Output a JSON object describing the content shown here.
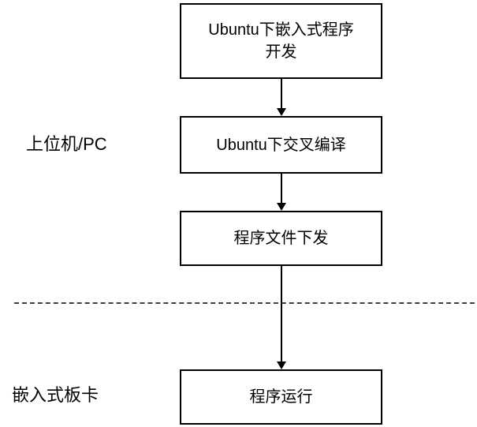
{
  "diagram": {
    "section_labels": {
      "host_pc": {
        "text": "上位机/PC"
      },
      "embedded_board": {
        "text": "嵌入式板卡"
      }
    },
    "nodes": [
      {
        "name": "ubuntu-embedded-dev",
        "lines": [
          "Ubuntu下嵌入式程序",
          "开发"
        ]
      },
      {
        "name": "ubuntu-cross-compile",
        "lines": [
          "Ubuntu下交叉编译"
        ]
      },
      {
        "name": "program-file-download",
        "lines": [
          "程序文件下发"
        ]
      },
      {
        "name": "program-run",
        "lines": [
          "程序运行"
        ]
      }
    ],
    "connectors": [
      {
        "from": "ubuntu-embedded-dev",
        "to": "ubuntu-cross-compile",
        "type": "arrow-down"
      },
      {
        "from": "ubuntu-cross-compile",
        "to": "program-file-download",
        "type": "arrow-down"
      },
      {
        "from": "program-file-download",
        "to": "program-run",
        "type": "arrow-down",
        "crosses": "divider"
      }
    ],
    "divider": {
      "style": "dashed",
      "orientation": "horizontal"
    },
    "colors": {
      "background": "#ffffff",
      "box_fill": "#ffffff",
      "box_border": "#000000",
      "line": "#000000",
      "dash": "#404040",
      "text": "#000000"
    }
  }
}
